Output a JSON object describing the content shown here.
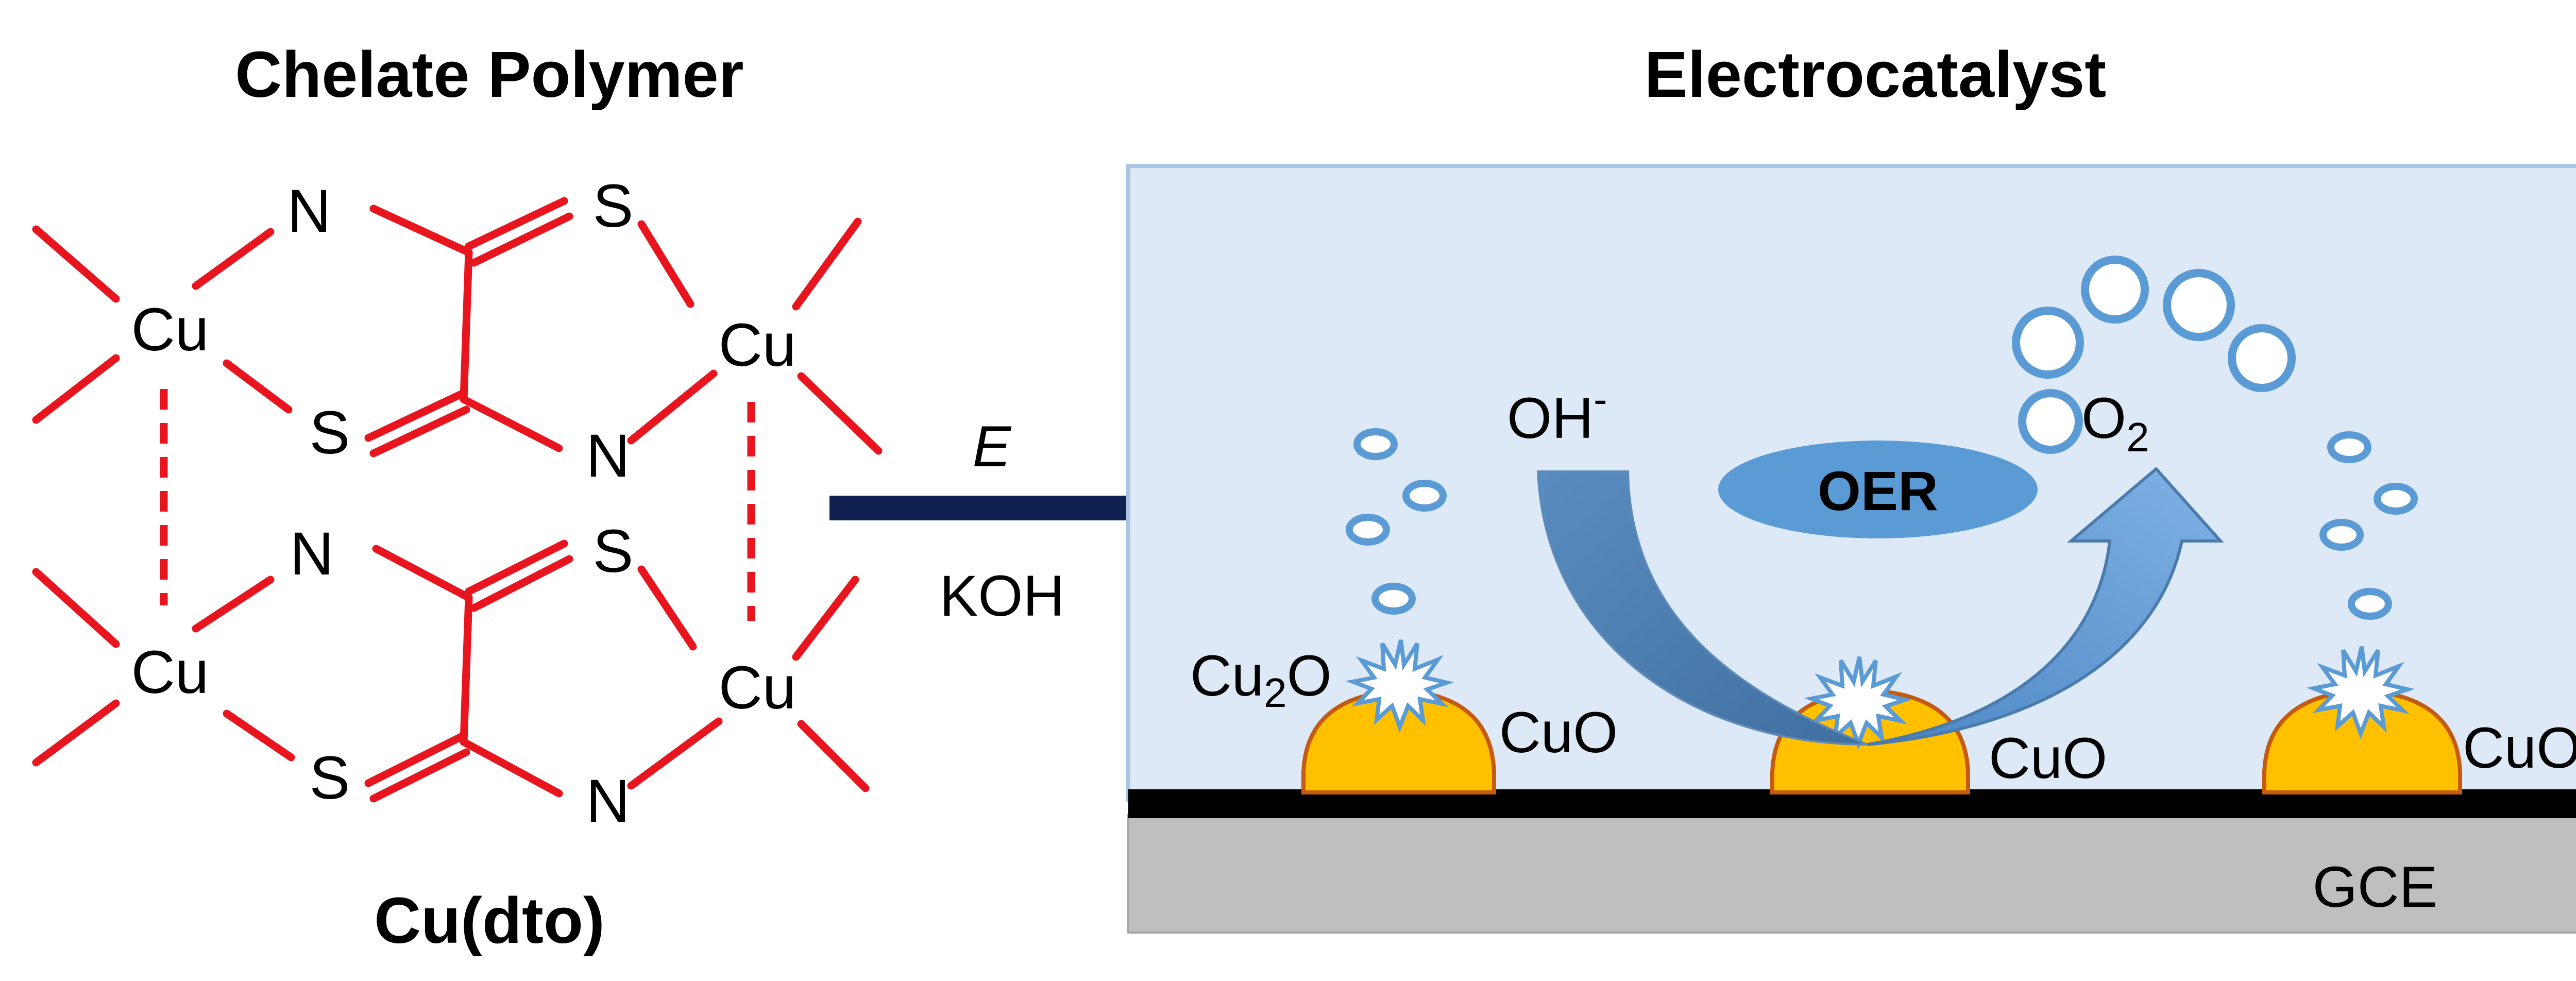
{
  "left_panel": {
    "title": "Chelate Polymer",
    "formula": "Cu(dto)",
    "atoms": {
      "cu": "Cu",
      "n": "N",
      "s": "S"
    },
    "bond_color": "#e8141e"
  },
  "arrow": {
    "top_label": "E",
    "bottom_label": "KOH",
    "color": "#0f2150"
  },
  "right_panel": {
    "title": "Electrocatalyst",
    "hydroxide_label": "OH",
    "hydroxide_sup": "-",
    "oer_label": "OER",
    "oxygen_label": "O",
    "oxygen_sub": "2",
    "cu2o_label_main": "Cu",
    "cu2o_label_sub": "2",
    "cu2o_label_end": "O",
    "cuo_label": "CuO",
    "electrode_label": "GCE",
    "colors": {
      "electrolyte": "#dde9f6",
      "electrolyte_border": "#a8c6e4",
      "particle": "#ffc000",
      "particle_border": "#c55a11",
      "bubble": "#5b9bd5",
      "curved_arrow_in": "#4a7bac",
      "curved_arrow_out": "#5b9bd5",
      "electrode": "#bfbfbf",
      "current_collector": "#000000"
    }
  }
}
